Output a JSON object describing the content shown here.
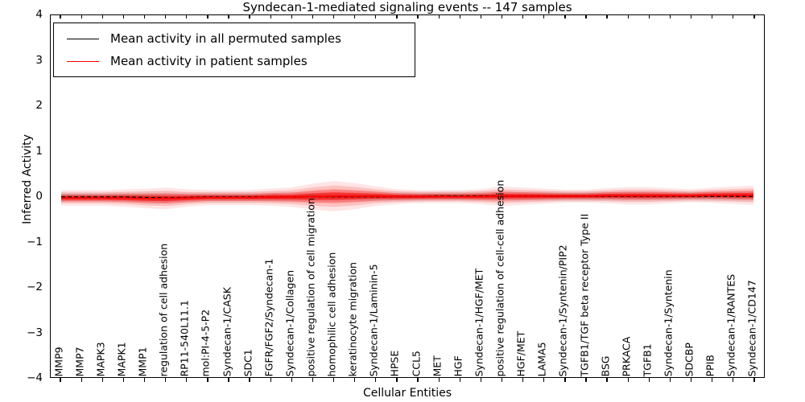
{
  "chart_data": {
    "type": "line",
    "title": "Syndecan-1-mediated signaling events -- 147 samples",
    "xlabel": "Cellular Entities",
    "ylabel": "Inferred Activity",
    "ylim": [
      -4,
      4
    ],
    "yticks": [
      4,
      3,
      2,
      1,
      0,
      -1,
      -2,
      -3,
      -4
    ],
    "grid": false,
    "legend_position": "upper left",
    "n_samples": 147,
    "categories": [
      "MMP9",
      "MMP7",
      "MAPK3",
      "MAPK1",
      "MMP1",
      "regulation of cell adhesion",
      "RP11-540L11.1",
      "mol:PI-4-5-P2",
      "Syndecan-1/CASK",
      "SDC1",
      "FGFR/FGF2/Syndecan-1",
      "Syndecan-1/Collagen",
      "positive regulation of cell migration",
      "homophilic cell adhesion",
      "keratinocyte migration",
      "Syndecan-1/Laminin-5",
      "HPSE",
      "CCL5",
      "MET",
      "HGF",
      "Syndecan-1/HGF/MET",
      "positive regulation of cell-cell adhesion",
      "HGF/MET",
      "LAMA5",
      "Syndecan-1/Syntenin/PIP2",
      "TGFB1/TGF beta receptor Type II",
      "BSG",
      "PRKACA",
      "TGFB1",
      "Syndecan-1/Syntenin",
      "SDCBP",
      "PPIB",
      "Syndecan-1/RANTES",
      "Syndecan-1/CD147"
    ],
    "series": [
      {
        "name": "Mean activity in all permuted samples",
        "color": "#000000",
        "style": "dashed",
        "values": [
          -0.02,
          -0.02,
          -0.02,
          -0.02,
          -0.03,
          -0.04,
          -0.03,
          -0.02,
          -0.02,
          -0.02,
          -0.02,
          -0.02,
          -0.01,
          -0.01,
          -0.01,
          -0.01,
          -0.01,
          -0.01,
          0.0,
          0.0,
          0.0,
          0.0,
          0.0,
          0.0,
          0.0,
          0.0,
          0.0,
          0.0,
          0.0,
          0.0,
          0.0,
          0.0,
          0.0,
          0.0
        ],
        "band": [
          0.05,
          0.05,
          0.05,
          0.05,
          0.06,
          0.06,
          0.05,
          0.05,
          0.05,
          0.05,
          0.05,
          0.05,
          0.05,
          0.05,
          0.05,
          0.05,
          0.05,
          0.05,
          0.05,
          0.05,
          0.05,
          0.05,
          0.05,
          0.05,
          0.05,
          0.05,
          0.05,
          0.05,
          0.05,
          0.05,
          0.05,
          0.05,
          0.05,
          0.05
        ]
      },
      {
        "name": "Mean activity in patient samples",
        "color": "#ff0000",
        "style": "solid",
        "values": [
          -0.04,
          -0.04,
          -0.04,
          -0.04,
          -0.05,
          -0.05,
          -0.04,
          -0.03,
          -0.03,
          -0.03,
          -0.02,
          -0.02,
          -0.01,
          0.0,
          0.0,
          0.0,
          -0.01,
          -0.01,
          -0.01,
          -0.01,
          -0.01,
          0.0,
          0.0,
          0.0,
          0.0,
          0.0,
          0.01,
          0.01,
          0.01,
          0.01,
          0.01,
          0.02,
          0.02,
          0.02
        ],
        "band": [
          0.07,
          0.07,
          0.07,
          0.08,
          0.09,
          0.1,
          0.08,
          0.07,
          0.07,
          0.07,
          0.08,
          0.09,
          0.12,
          0.14,
          0.12,
          0.09,
          0.07,
          0.06,
          0.06,
          0.06,
          0.07,
          0.09,
          0.08,
          0.07,
          0.06,
          0.06,
          0.07,
          0.08,
          0.08,
          0.07,
          0.06,
          0.07,
          0.08,
          0.09
        ]
      }
    ]
  },
  "legend": {
    "items": [
      {
        "label": "Mean activity in all permuted samples",
        "color": "#000000"
      },
      {
        "label": "Mean activity in patient samples",
        "color": "#ff0000"
      }
    ]
  }
}
